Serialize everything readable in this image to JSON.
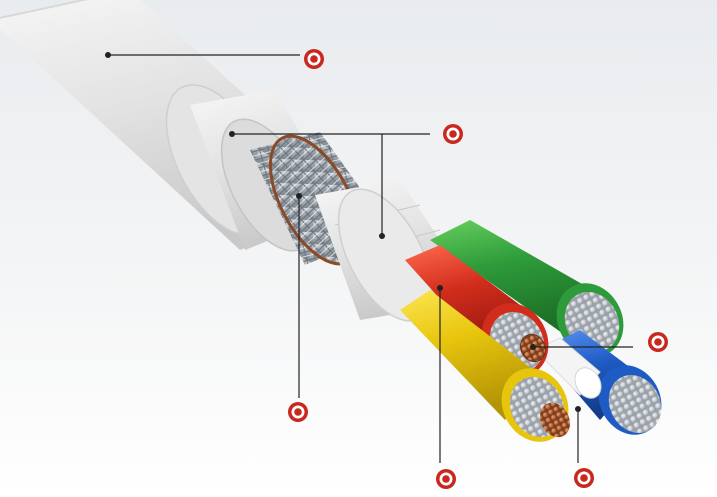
{
  "colors": {
    "background_top": "#e9ecef",
    "background_bottom": "#ffffff",
    "jacket": "#e6e6e6",
    "shield_braid": "#a7aeb6",
    "copper": "#b5653a",
    "core_green": "#2e9b3a",
    "core_red": "#d22d1c",
    "core_yellow": "#e8c50d",
    "core_blue": "#1f5bc4",
    "filler_white": "#f4f4f4",
    "conductor": "#c9cdd1",
    "callout_line": "#222222",
    "hotspot": "#c8281e"
  },
  "hotspots": [
    {
      "icon": "target-icon",
      "layer": "outer-jacket"
    },
    {
      "icon": "target-icon",
      "layer": "inner-jacket-and-wrap"
    },
    {
      "icon": "target-icon",
      "layer": "center-filler"
    },
    {
      "icon": "target-icon",
      "layer": "braided-shield"
    },
    {
      "icon": "target-icon",
      "layer": "insulated-cores"
    },
    {
      "icon": "target-icon",
      "layer": "filler-element"
    }
  ]
}
